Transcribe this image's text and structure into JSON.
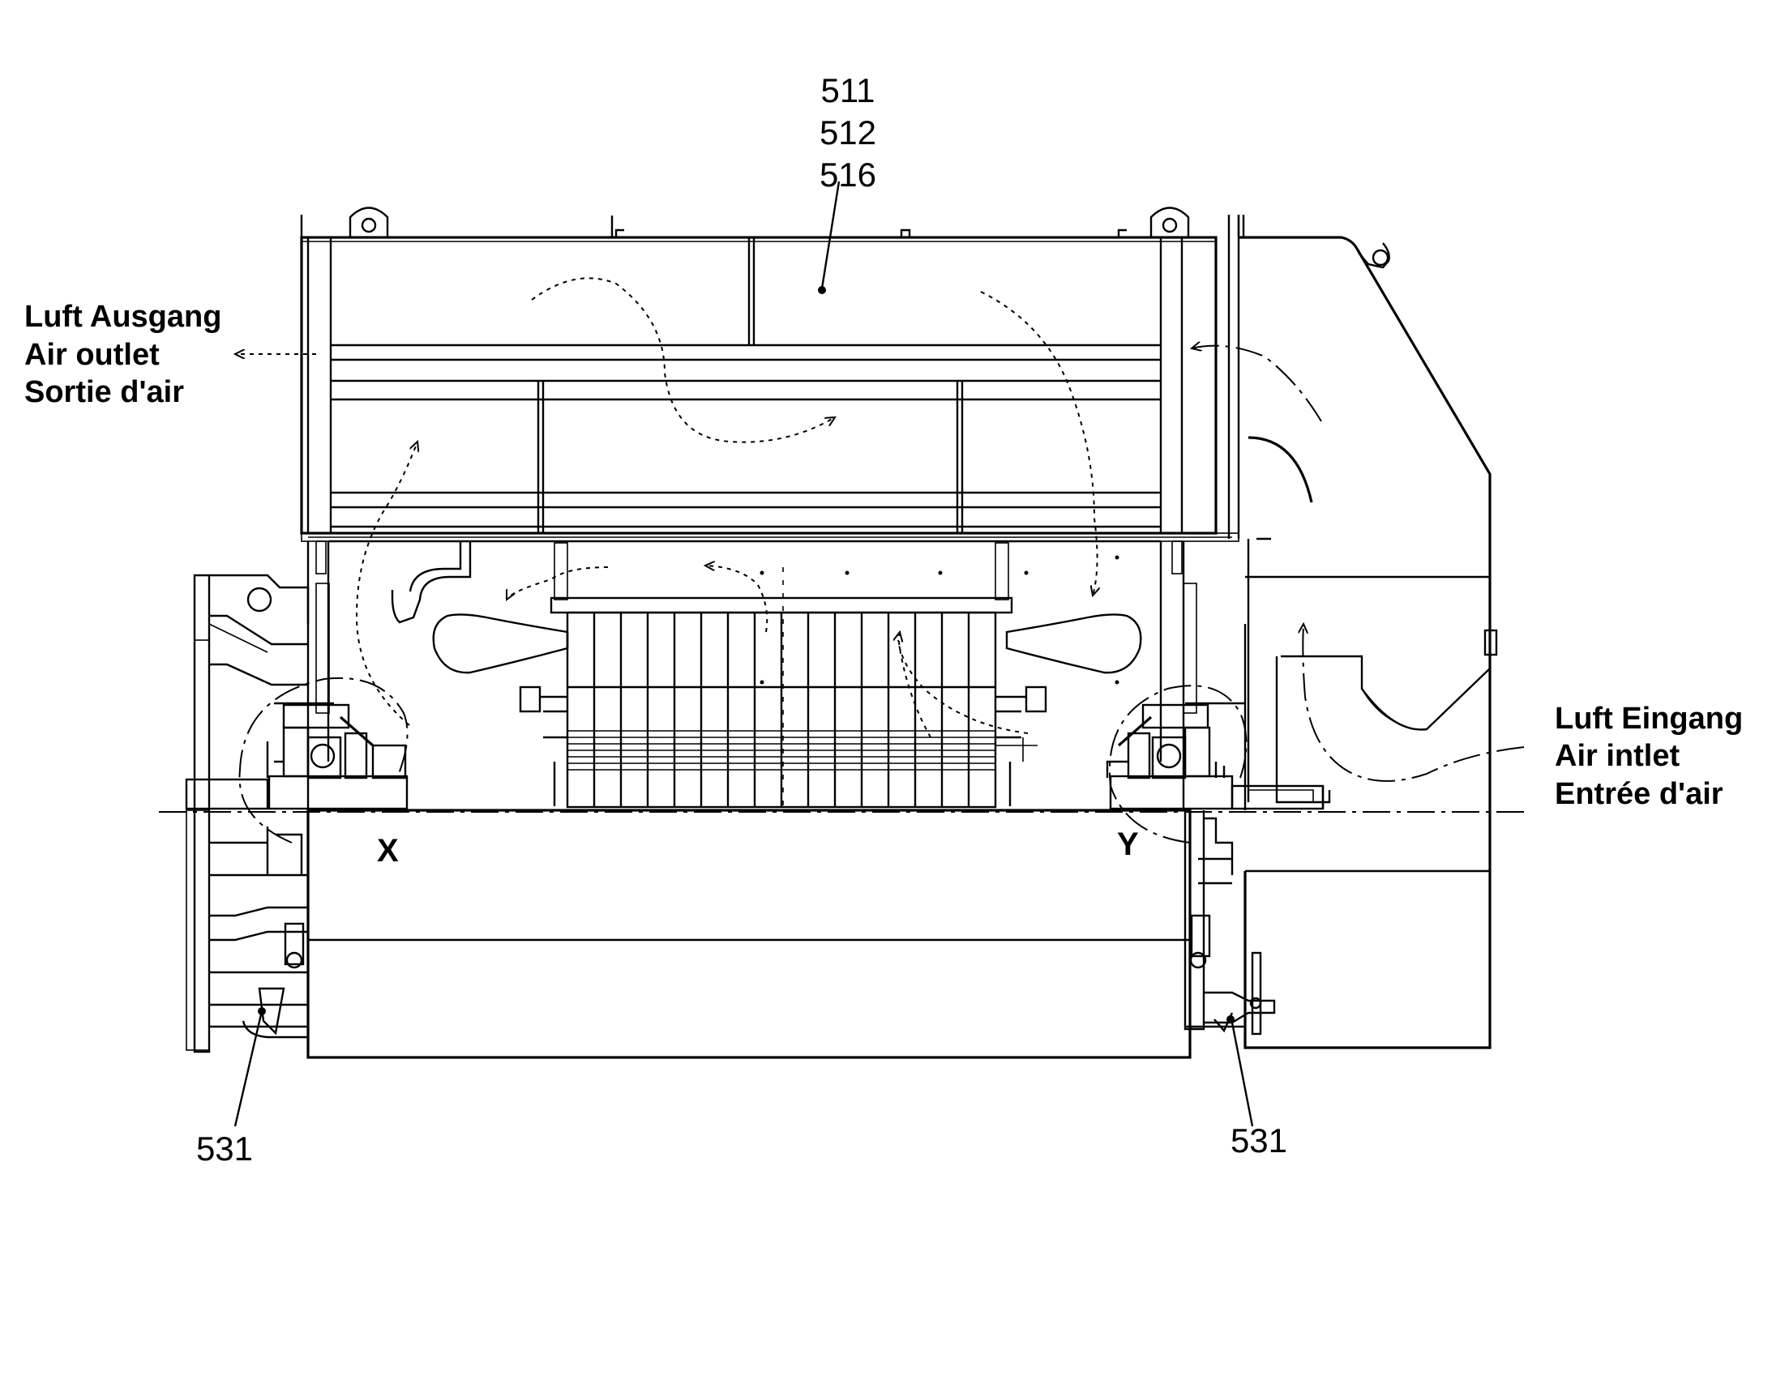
{
  "labels": {
    "ref_top": [
      "511",
      "512",
      "516"
    ],
    "ref_bottom_left": "531",
    "ref_bottom_right": "531",
    "section_x": "X",
    "section_y": "Y"
  },
  "air_outlet": [
    "Luft Ausgang",
    "Air outlet",
    "Sortie d'air"
  ],
  "air_inlet": [
    "Luft Eingang",
    "Air intlet",
    "Entrée d'air"
  ],
  "colors": {
    "line": "#000000",
    "background": "#ffffff"
  }
}
